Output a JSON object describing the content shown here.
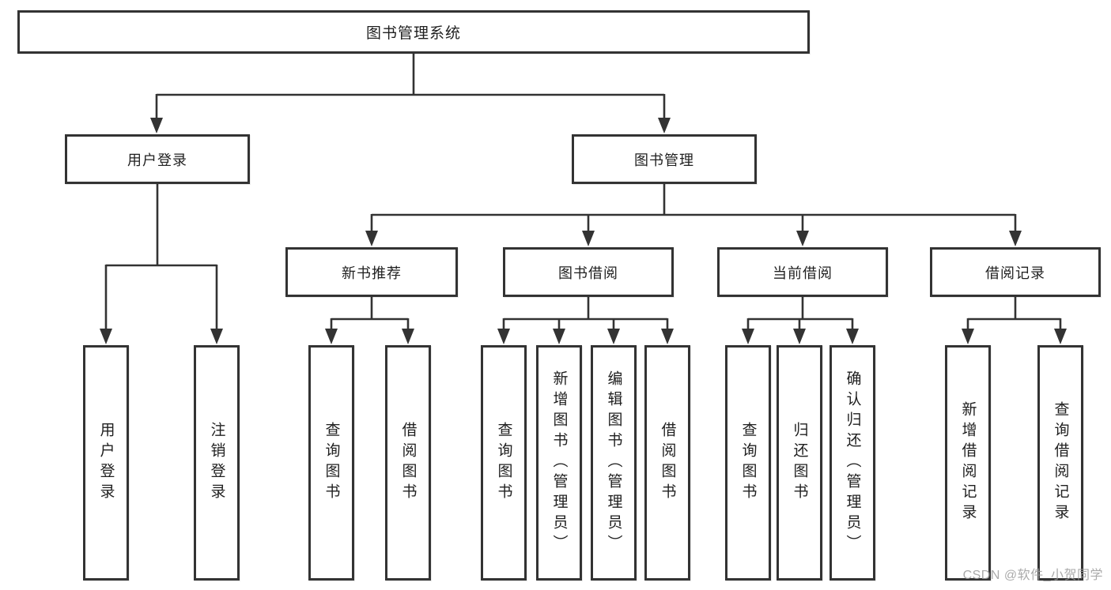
{
  "diagram": {
    "type": "hierarchy-tree",
    "root": "图书管理系统",
    "level2": {
      "user_login": "用户登录",
      "book_management": "图书管理"
    },
    "level3": {
      "new_books": "新书推荐",
      "book_borrowing": "图书借阅",
      "current_borrowing": "当前借阅",
      "borrowing_records": "借阅记录"
    },
    "leaves": {
      "user_login": [
        "用户登录",
        "注销登录"
      ],
      "new_books": [
        "查询图书",
        "借阅图书"
      ],
      "book_borrowing": [
        "查询图书",
        "新增图书（管理员）",
        "编辑图书（管理员）",
        "借阅图书"
      ],
      "current_borrowing": [
        "查询图书",
        "归还图书",
        "确认归还（管理员）"
      ],
      "borrowing_records": [
        "新增借阅记录",
        "查询借阅记录"
      ]
    },
    "watermark": "CSDN @软件_小贺同学",
    "colors": {
      "line": "#333333",
      "box_border": "#333333",
      "box_background": "#ffffff",
      "text": "#1f1f1f",
      "watermark": "#9b9b9b",
      "background": "#ffffff"
    }
  }
}
